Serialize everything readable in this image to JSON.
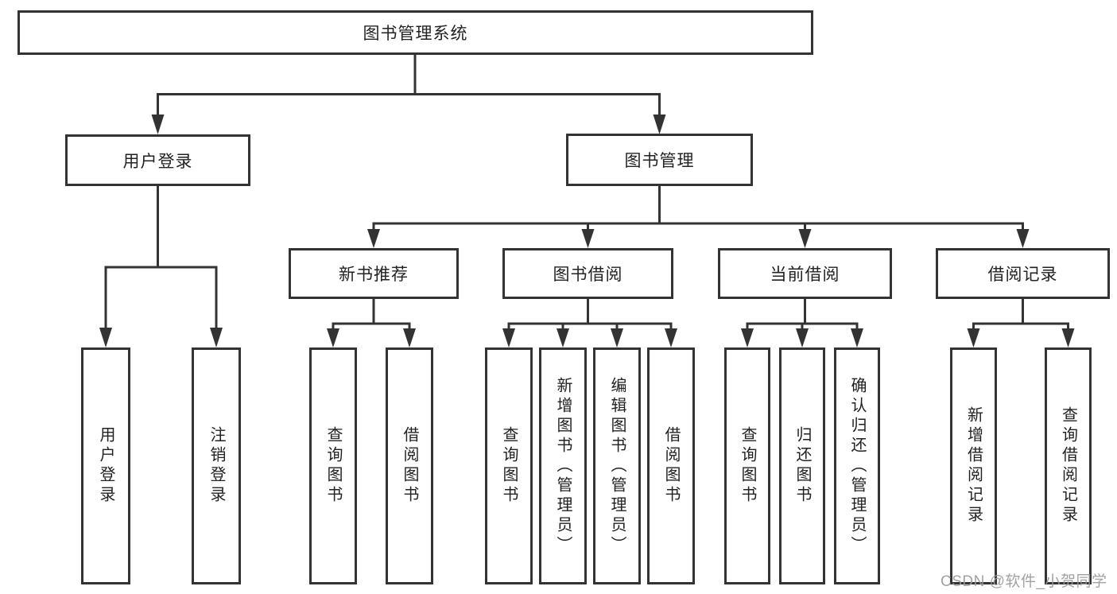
{
  "diagram_title": "图书管理系统",
  "colors": {
    "line": "#333333",
    "box_border": "#333333",
    "box_background": "#ffffff",
    "text": "#222222",
    "watermark": "#9a9a9a"
  },
  "tree": {
    "label": "图书管理系统",
    "children": [
      {
        "label": "用户登录",
        "children": [
          {
            "label": "用户登录"
          },
          {
            "label": "注销登录"
          }
        ]
      },
      {
        "label": "图书管理",
        "children": [
          {
            "label": "新书推荐",
            "children": [
              {
                "label": "查询图书"
              },
              {
                "label": "借阅图书"
              }
            ]
          },
          {
            "label": "图书借阅",
            "children": [
              {
                "label": "查询图书"
              },
              {
                "label": "新增图书（管理员）"
              },
              {
                "label": "编辑图书（管理员）"
              },
              {
                "label": "借阅图书"
              }
            ]
          },
          {
            "label": "当前借阅",
            "children": [
              {
                "label": "查询图书"
              },
              {
                "label": "归还图书"
              },
              {
                "label": "确认归还（管理员）"
              }
            ]
          },
          {
            "label": "借阅记录",
            "children": [
              {
                "label": "新增借阅记录"
              },
              {
                "label": "查询借阅记录"
              }
            ]
          }
        ]
      }
    ]
  },
  "watermark": {
    "text": "CSDN @软件_小贺同学"
  }
}
